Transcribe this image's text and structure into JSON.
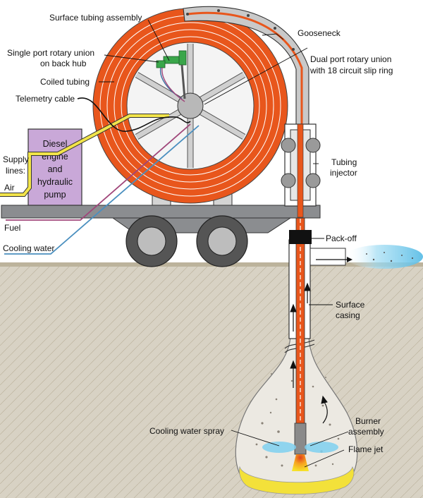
{
  "labels": {
    "surface_tubing_assembly": "Surface tubing assembly",
    "single_port_line1": "Single port rotary union",
    "single_port_line2": "on back hub",
    "coiled_tubing": "Coiled tubing",
    "telemetry_cable": "Telemetry cable",
    "gooseneck": "Gooseneck",
    "dual_port_line1": "Dual port rotary union",
    "dual_port_line2": "with 18 circuit slip ring",
    "diesel_line1": "Diesel",
    "diesel_line2": "engine",
    "diesel_line3": "and",
    "diesel_line4": "hydraulic",
    "diesel_line5": "pump",
    "supply_line1": "Supply",
    "supply_line2": "lines:",
    "air": "Air",
    "fuel": "Fuel",
    "cooling_water": "Cooling water",
    "tubing_injector_line1": "Tubing",
    "tubing_injector_line2": "injector",
    "pack_off": "Pack-off",
    "surface_casing_line1": "Surface",
    "surface_casing_line2": "casing",
    "cooling_water_spray": "Cooling water spray",
    "burner_line1": "Burner",
    "burner_line2": "assembly",
    "flame_jet": "Flame jet"
  },
  "colors": {
    "tubing_orange": "#e8561c",
    "reel_gray": "#c9c9c9",
    "engine_purple": "#c9a8d8",
    "air_yellow": "#f2e44a",
    "fuel_line": "#a0467a",
    "water_line": "#4a8fbf",
    "ground": "#c9bfa8",
    "flame": "#f6e12a",
    "spray_blue": "#7fd0f0"
  }
}
